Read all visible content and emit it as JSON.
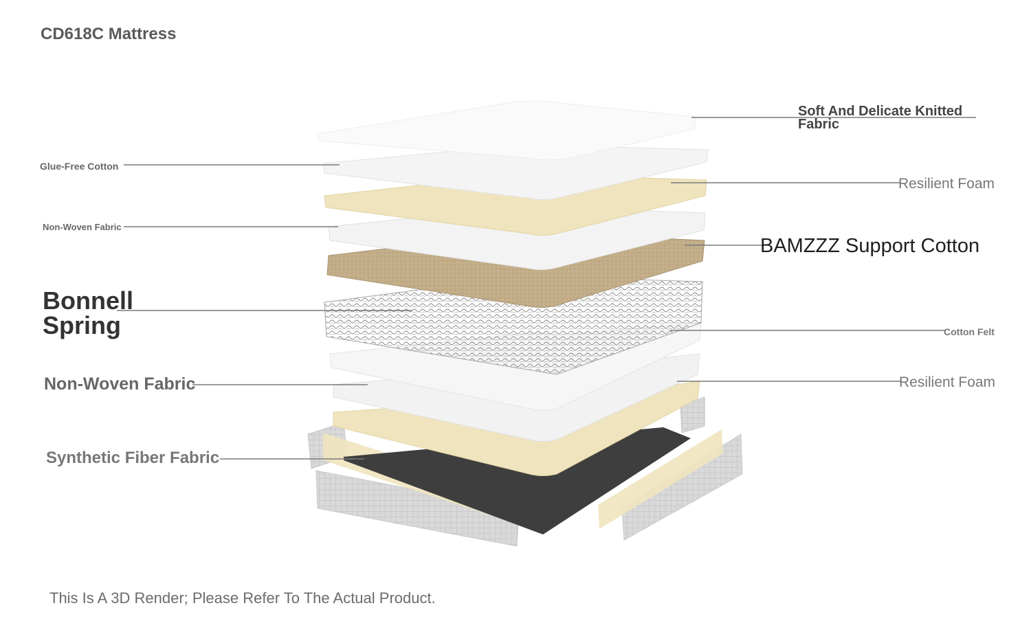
{
  "title": "CD618C Mattress",
  "footnote": "This Is A 3D Render; Please Refer To The Actual Product.",
  "labels": {
    "glue_free_cotton": "Glue-Free Cotton",
    "non_woven_fabric_top": "Non-Woven Fabric",
    "bonnell_spring": "Bonnell Spring",
    "non_woven_fabric_bottom": "Non-Woven Fabric",
    "synthetic_fiber_fabric": "Synthetic Fiber Fabric",
    "knitted_fabric": "Soft And Delicate Knitted Fabric",
    "resilient_foam_top": "Resilient Foam",
    "bamzzz_support_cotton": "BAMZZZ Support Cotton",
    "cotton_felt": "Cotton Felt",
    "resilient_foam_bottom": "Resilient Foam"
  },
  "colors": {
    "fabric_white": "#f6f6f6",
    "foam_cream": "#efe4be",
    "support_cotton_tan": "#bfa983",
    "spring_gray": "#8f8f8f",
    "base_dark": "#3e3e3e",
    "leader_line": "#7a7a7a"
  }
}
